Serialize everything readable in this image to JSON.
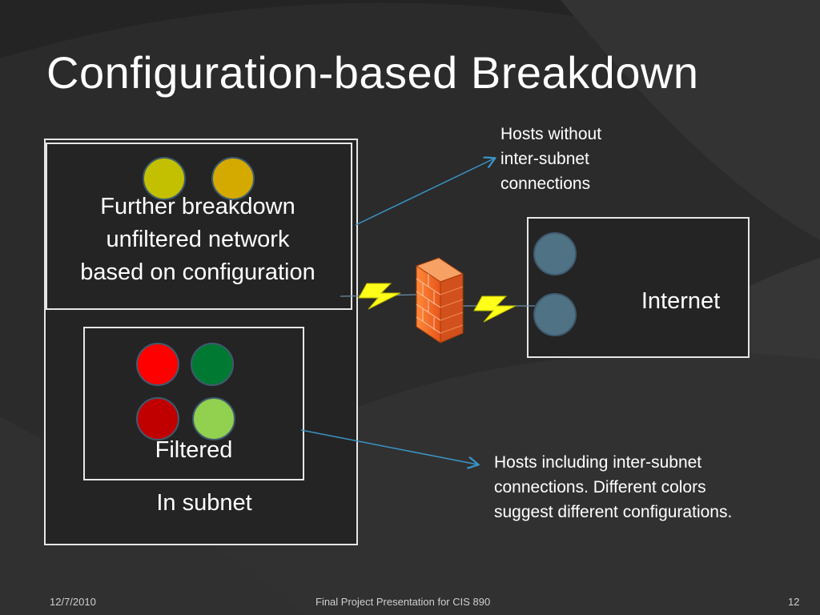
{
  "slide": {
    "title": "Configuration-based Breakdown"
  },
  "diagram": {
    "unfiltered_box": {
      "label": "Further breakdown unfiltered network based on configuration",
      "lines": [
        "Further breakdown",
        "unfiltered network",
        "based on configuration"
      ]
    },
    "filtered_box": {
      "label": "Filtered"
    },
    "subnet_label": "In subnet",
    "internet_box": {
      "label": "Internet"
    },
    "callout_top": {
      "lines": [
        "Hosts without",
        "inter-subnet",
        "connections"
      ]
    },
    "callout_bottom": {
      "lines": [
        "Hosts including inter-subnet",
        "connections. Different colors",
        "suggest different configurations."
      ]
    },
    "host_colors": {
      "unfiltered": [
        "#c2c000",
        "#d4aa00"
      ],
      "filtered": [
        "#ff0000",
        "#007a33",
        "#c00000",
        "#92d050"
      ],
      "internet": [
        "#4f7384",
        "#4f7384"
      ]
    },
    "icons": [
      "firewall-icon",
      "lightning-bolt-icon"
    ]
  },
  "footer": {
    "date": "12/7/2010",
    "center": "Final Project Presentation for CIS 890",
    "page": "12"
  }
}
